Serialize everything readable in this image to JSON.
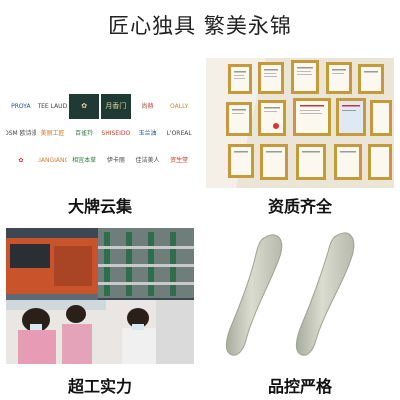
{
  "headline": "匠心独具 繁美永锦",
  "sections": {
    "brands": {
      "caption": "大牌云集",
      "logos": [
        {
          "text": "PROYA",
          "style": "blue"
        },
        {
          "text": "ESTEE LAUDER",
          "style": ""
        },
        {
          "text": "✿",
          "style": "tile"
        },
        {
          "text": "月香门",
          "style": "tile"
        },
        {
          "text": "尚赫",
          "style": "red"
        },
        {
          "text": "OALLY",
          "style": "gold"
        },
        {
          "text": "OSM 欧诗漫",
          "style": ""
        },
        {
          "text": "美丽工匠",
          "style": "orange"
        },
        {
          "text": "百雀羚",
          "style": "green"
        },
        {
          "text": "SHISEIDO",
          "style": "red"
        },
        {
          "text": "玉兰油",
          "style": "blue"
        },
        {
          "text": "L'OREAL",
          "style": ""
        },
        {
          "text": "✿",
          "style": "red"
        },
        {
          "text": "LIANGIANG",
          "style": "orange"
        },
        {
          "text": "相宜本草",
          "style": "green"
        },
        {
          "text": "伊卡丽",
          "style": ""
        },
        {
          "text": "佳洁美人",
          "style": ""
        },
        {
          "text": "资生堂",
          "style": "red"
        }
      ]
    },
    "certificates": {
      "caption": "资质齐全"
    },
    "factory": {
      "caption": "超工实力"
    },
    "quality": {
      "caption": "品控严格"
    }
  }
}
